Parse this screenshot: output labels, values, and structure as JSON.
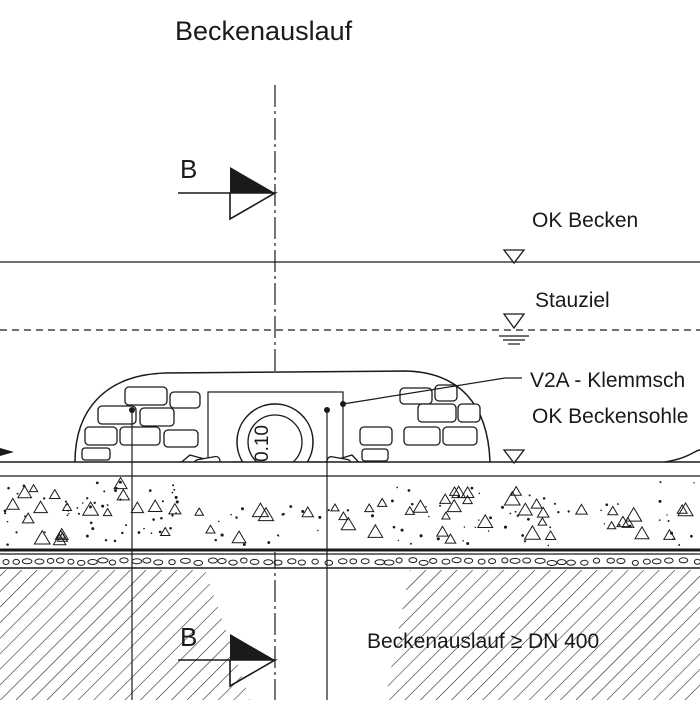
{
  "title": "Beckenauslauf",
  "section_marker_top": "B",
  "section_marker_bottom": "B",
  "levels": {
    "ok_becken": "OK Becken",
    "stauziel": "Stauziel",
    "ok_beckensohle": "OK Beckensohle"
  },
  "callout_clamp": "V2A - Klemmsch",
  "pipe_dim": "0.10",
  "outlet_note": "Beckenauslauf ≥ DN 400",
  "colors": {
    "ink": "#1a1a1a",
    "paper": "#ffffff"
  }
}
